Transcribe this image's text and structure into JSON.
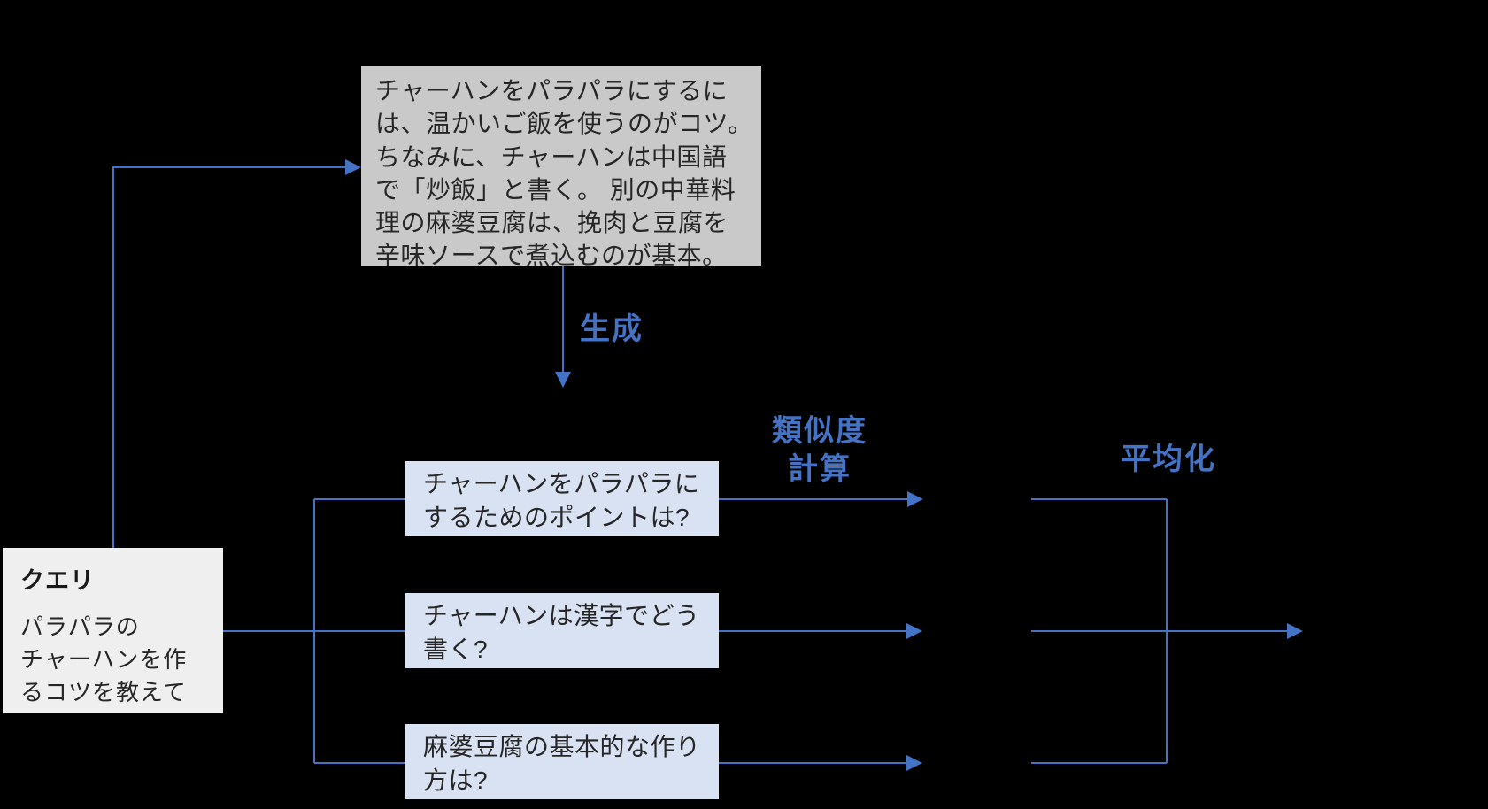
{
  "colors": {
    "background": "#000000",
    "accent_blue": "#4472C4",
    "document_box_fill": "#C9C9C9",
    "query_box_fill": "#EFEFEF",
    "question_box_fill": "#D9E2F3",
    "box_text": "#262626"
  },
  "document_box": {
    "text": "チャーハンをパラパラにするに\nは、温かいご飯を使うのがコツ。\nちなみに、チャーハンは中国語\nで「炒飯」と書く。 別の中華料\n理の麻婆豆腐は、挽肉と豆腐を\n辛味ソースで煮込むのが基本。"
  },
  "query_box": {
    "title": "クエリ",
    "body": "パラパラの\nチャーハンを作\nるコツを教えて"
  },
  "generated_queries": [
    {
      "text": "チャーハンをパラパラに\nするためのポイントは?"
    },
    {
      "text": "チャーハンは漢字でどう\n書く?"
    },
    {
      "text": "麻婆豆腐の基本的な作り\n方は?"
    }
  ],
  "labels": {
    "generate": "生成",
    "similarity": "類似度\n計算",
    "averaging": "平均化"
  }
}
